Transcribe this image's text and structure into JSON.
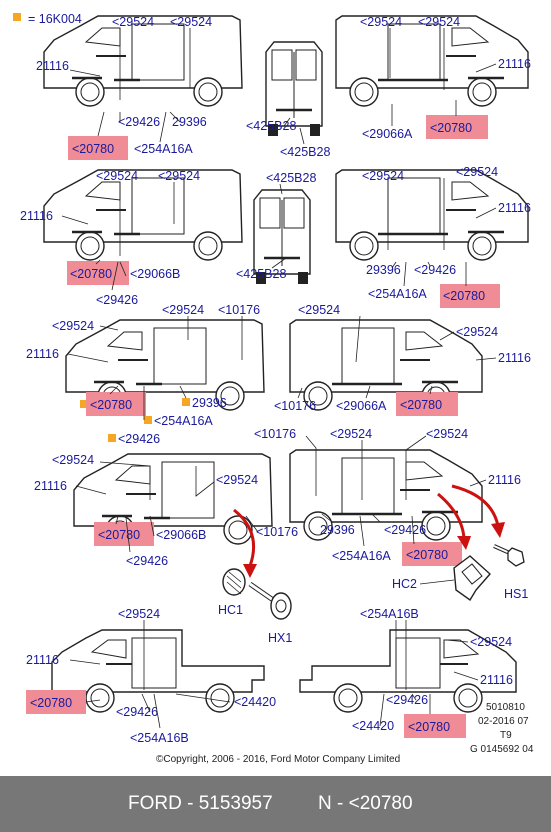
{
  "legend": {
    "marker_color": "#f5a623",
    "text": "= 16K004"
  },
  "highlight_color": "#f08c95",
  "callout_color": "#cc1111",
  "labels": {
    "p29524": "<29524",
    "p29426": "<29426",
    "p29396": "29396",
    "p254A16A": "<254A16A",
    "p254A16A_r": "<254A16A",
    "p254A16B": "<254A16B",
    "p21116": "21116",
    "p20780": "<20780",
    "p425B28": "<425B28",
    "p29066A": "<29066A",
    "p29066B": "<29066B",
    "p10176": "<10176",
    "p24420": "<24420",
    "hc1": "HC1",
    "hc2": "HC2",
    "hx1": "HX1",
    "hs1": "HS1"
  },
  "info": {
    "line1": "5010810",
    "line2": "02-2016 07",
    "line3": "T9",
    "line4": "G 0145692 04"
  },
  "copyright": "©Copyright, 2006 - 2016, Ford Motor Company Limited",
  "footer": {
    "left": "FORD - 5153957",
    "right": "N - <20780"
  }
}
